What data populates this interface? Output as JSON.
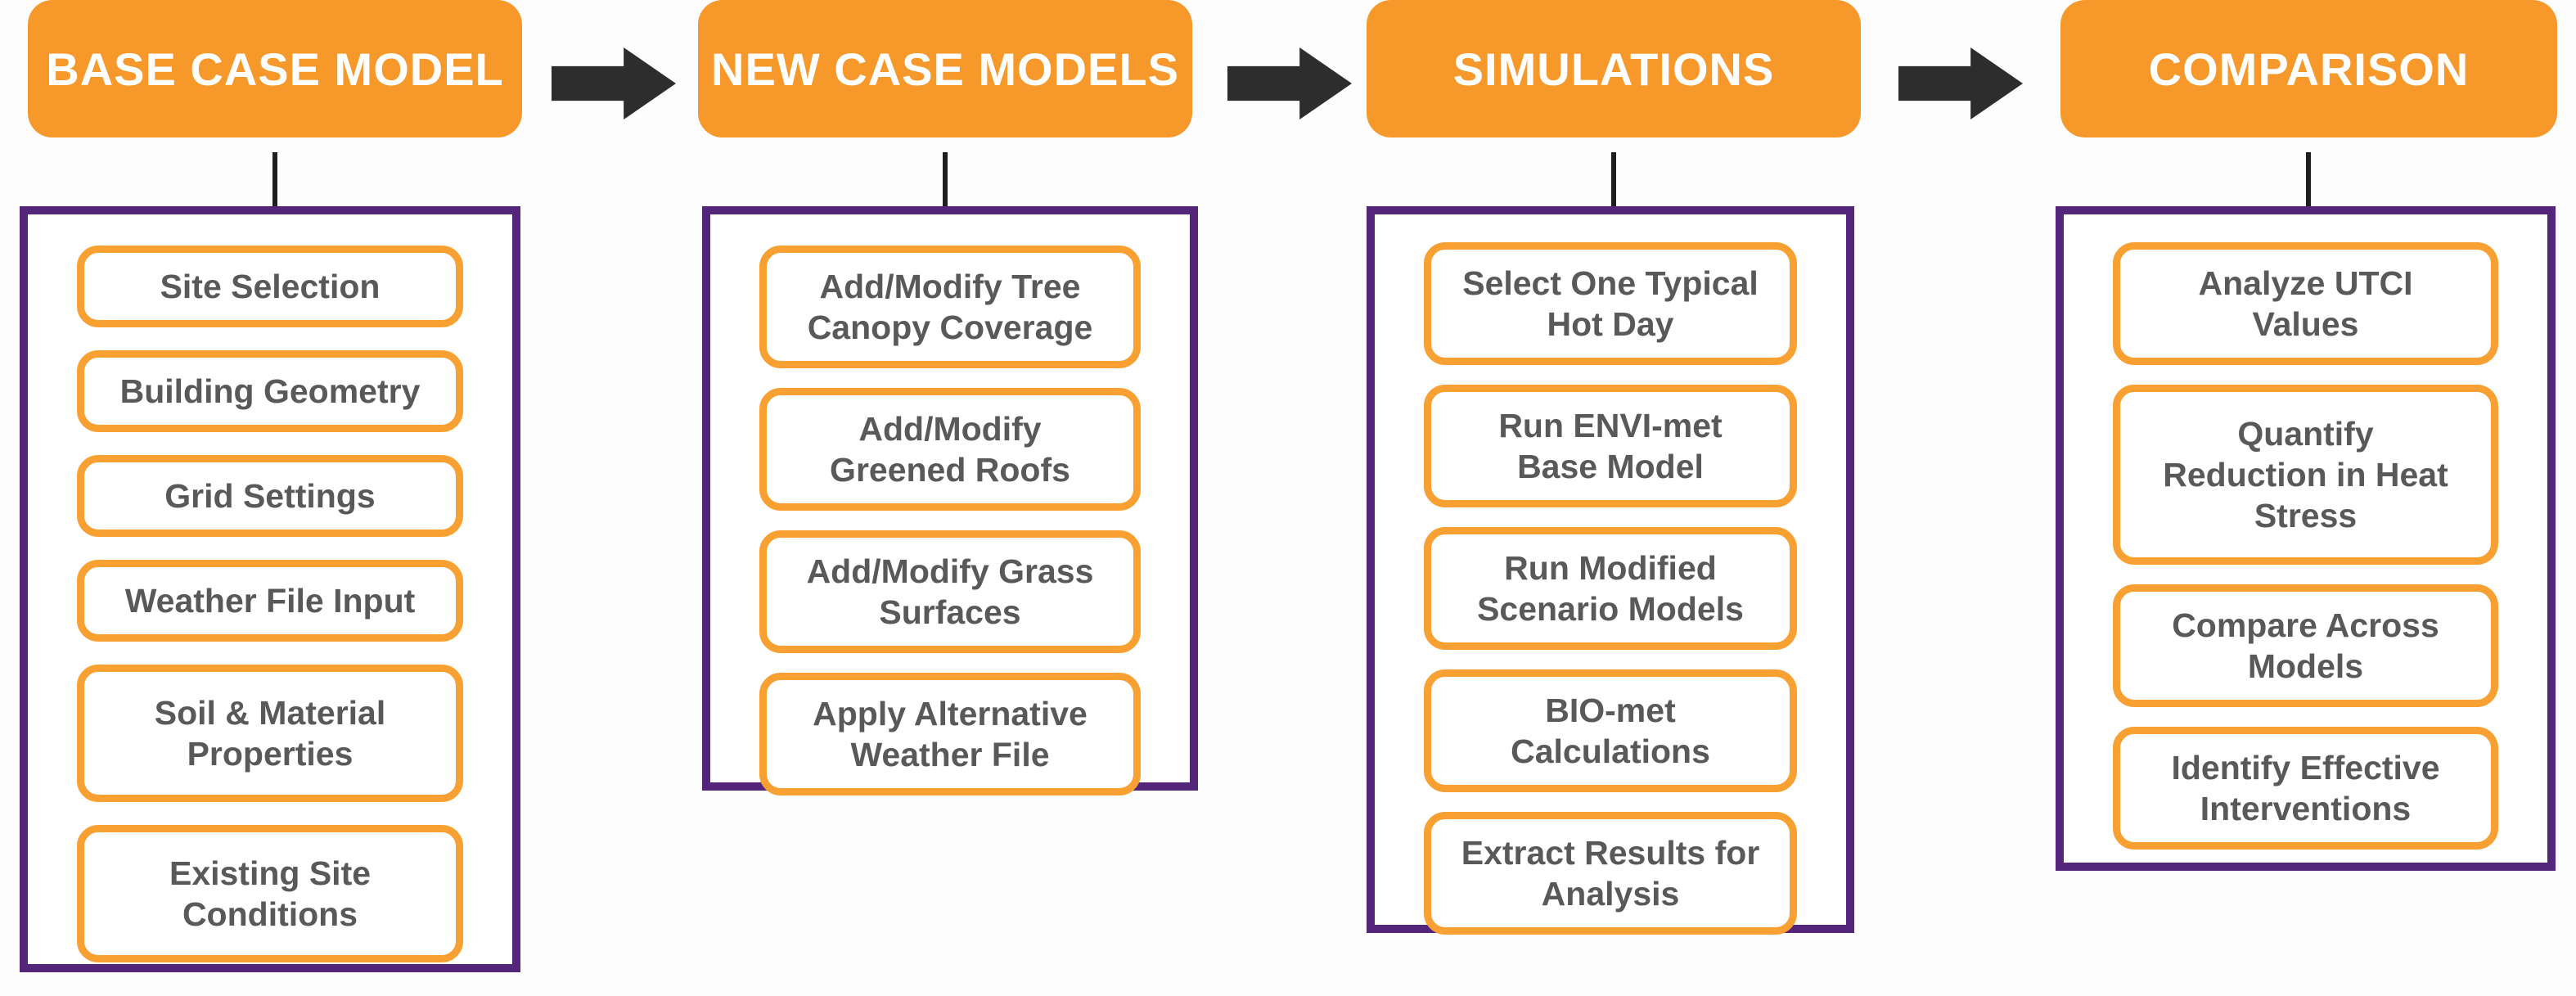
{
  "colors": {
    "orange": "#F7982B",
    "orange_border": "#F9A032",
    "purple": "#53267B",
    "arrow": "#2D2D2D",
    "item_text": "#595959",
    "header_text": "#FFFFFF",
    "background": "#FDFDFD"
  },
  "icons": {
    "flow_arrow": "arrow-right-icon"
  },
  "columns": [
    {
      "header": "BASE CASE MODEL",
      "items": [
        {
          "label": "Site Selection"
        },
        {
          "label": "Building Geometry"
        },
        {
          "label": "Grid Settings"
        },
        {
          "label": "Weather File Input"
        },
        {
          "label": "Soil & Material\nProperties"
        },
        {
          "label": "Existing Site\nConditions"
        }
      ]
    },
    {
      "header": "NEW CASE MODELS",
      "items": [
        {
          "label": "Add/Modify Tree\nCanopy Coverage"
        },
        {
          "label": "Add/Modify\nGreened Roofs"
        },
        {
          "label": "Add/Modify Grass\nSurfaces"
        },
        {
          "label": "Apply Alternative\nWeather File"
        }
      ]
    },
    {
      "header": "SIMULATIONS",
      "items": [
        {
          "label": "Select One Typical\nHot Day"
        },
        {
          "label": "Run ENVI-met\nBase Model"
        },
        {
          "label": "Run Modified\nScenario Models"
        },
        {
          "label": "BIO-met\nCalculations"
        },
        {
          "label": "Extract Results for\nAnalysis"
        }
      ]
    },
    {
      "header": "COMPARISON",
      "items": [
        {
          "label": "Analyze UTCI\nValues"
        },
        {
          "label": "Quantify\nReduction in Heat\nStress"
        },
        {
          "label": "Compare Across\nModels"
        },
        {
          "label": "Identify Effective\nInterventions"
        }
      ]
    }
  ]
}
